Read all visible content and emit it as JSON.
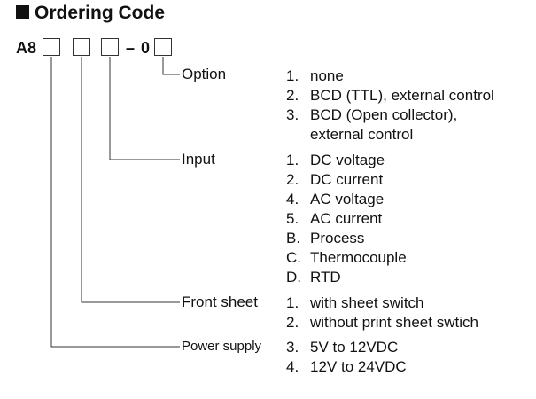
{
  "title": "Ordering Code",
  "code": {
    "prefix": "A8",
    "dash": "–",
    "suffix_digit": "0"
  },
  "fields": {
    "option": {
      "label": "Option",
      "items": [
        {
          "num": "1.",
          "text": "none"
        },
        {
          "num": "2.",
          "text": "BCD (TTL),  external  control"
        },
        {
          "num": "3.",
          "text": "BCD (Open collector),"
        },
        {
          "num": "",
          "text": "external control"
        }
      ]
    },
    "input": {
      "label": "Input",
      "items": [
        {
          "num": "1.",
          "text": "DC voltage"
        },
        {
          "num": "2.",
          "text": "DC current"
        },
        {
          "num": "4.",
          "text": "AC voltage"
        },
        {
          "num": "5.",
          "text": "AC current"
        },
        {
          "num": "B.",
          "text": "Process"
        },
        {
          "num": "C.",
          "text": "Thermocouple"
        },
        {
          "num": "D.",
          "text": "RTD"
        }
      ]
    },
    "front_sheet": {
      "label": "Front sheet",
      "items": [
        {
          "num": "1.",
          "text": "with sheet switch"
        },
        {
          "num": "2.",
          "text": "without print sheet swtich"
        }
      ]
    },
    "power_supply": {
      "label": "Power supply",
      "items": [
        {
          "num": "3.",
          "text": "5V to 12VDC"
        },
        {
          "num": "4.",
          "text": "12V to 24VDC"
        }
      ]
    }
  }
}
